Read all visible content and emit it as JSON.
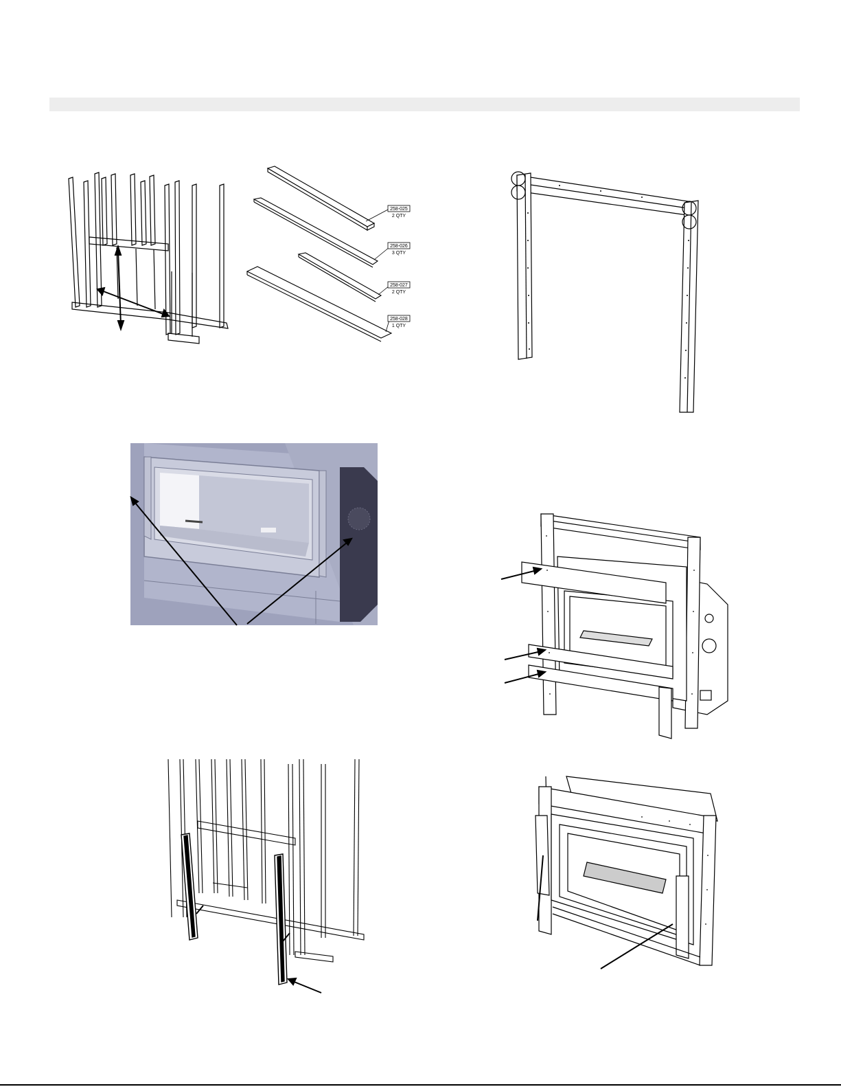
{
  "parts": [
    {
      "number": "258-025",
      "qty": "2 QTY"
    },
    {
      "number": "258-026",
      "qty": "3 QTY"
    },
    {
      "number": "258-027",
      "qty": "2 QTY"
    },
    {
      "number": "258-028",
      "qty": "1 QTY"
    }
  ],
  "colors": {
    "line": "#000000",
    "band": "#ededed",
    "firebox": "#a9adc4",
    "firebox_dark": "#3a3a4e"
  }
}
